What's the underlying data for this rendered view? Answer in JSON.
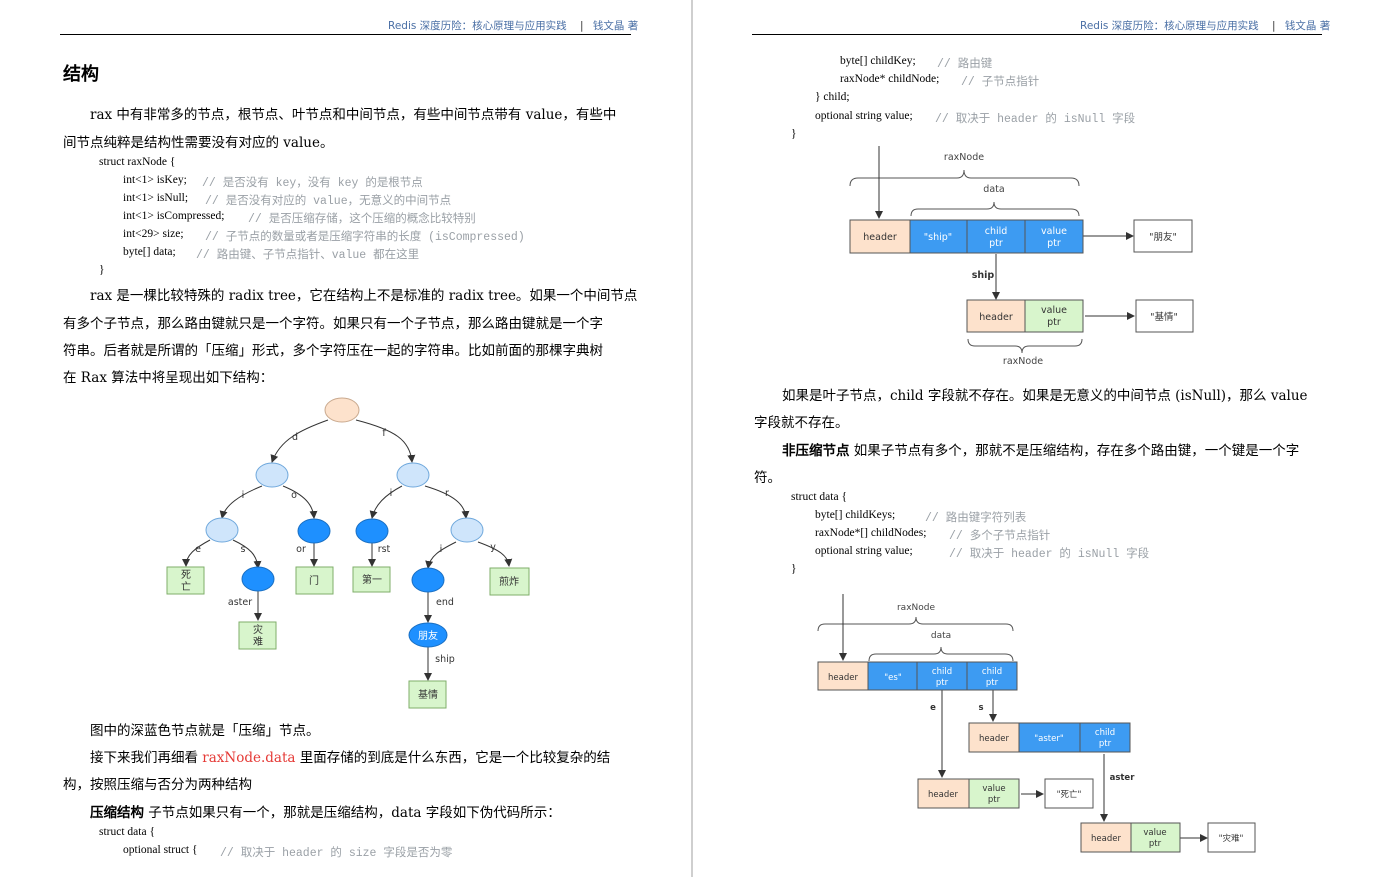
{
  "header": {
    "book": "Redis 深度历险：核心原理与应用实践",
    "sep": "|",
    "author": "钱文晶  著"
  },
  "left": {
    "title": "结构",
    "para1a": "rax 中有非常多的节点，根节点、叶节点和中间节点，有些中间节点带有  value，有些中",
    "para1b": "间节点纯粹是结构性需要没有对应的  value。",
    "code1": {
      "l1": "struct raxNode {",
      "l2": "int<1> isKey;",
      "c2": "// 是否没有 key，没有 key 的是根节点",
      "l3": "int<1> isNull;",
      "c3": "// 是否没有对应的 value，无意义的中间节点",
      "l4": "int<1> isCompressed;",
      "c4": "// 是否压缩存储，这个压缩的概念比较特别",
      "l5": "int<29> size;",
      "c5": "// 子节点的数量或者是压缩字符串的长度 (isCompressed)",
      "l6": "byte[] data;",
      "c6": "// 路由键、子节点指针、value 都在这里",
      "l7": "}"
    },
    "para2a": "rax 是一棵比较特殊的  radix tree，它在结构上不是标准的  radix tree。如果一个中间节点",
    "para2b": "有多个子节点，那么路由键就只是一个字符。如果只有一个子节点，那么路由键就是一个字",
    "para2c": "符串。后者就是所谓的「压缩」形式，多个字符压在一起的字符串。比如前面的那棵字典树",
    "para2d": "在  Rax  算法中将呈现出如下结构：",
    "tree": {
      "e_d": "d",
      "e_f": "f",
      "e_i1": "i",
      "e_o": "o",
      "e_i2": "i",
      "e_r": "r",
      "e_e": "e",
      "e_s": "s",
      "e_or": "or",
      "e_rst": "rst",
      "e_i3": "i",
      "e_y": "y",
      "e_aster": "aster",
      "e_end": "end",
      "e_ship": "ship",
      "n_siwang": "死\n亡",
      "n_men": "门",
      "n_diyi": "第一",
      "n_jianzha": "煎炸",
      "n_zainan": "灾\n难",
      "n_pengyou": "朋友",
      "n_jiqing": "基情"
    },
    "para3": "图中的深蓝色节点就是「压缩」节点。",
    "para4a_pre": "接下来我们再细看 ",
    "para4a_red": "raxNode.data",
    "para4a_post": " 里面存储的到底是什么东西，它是一个比较复杂的结",
    "para4b": "构，按照压缩与否分为两种结构",
    "para5_bold": "压缩结构",
    "para5_rest": "  子节点如果只有一个，那就是压缩结构，data  字段如下伪代码所示：",
    "code2": {
      "l1": "struct data {",
      "l2": "optional struct {",
      "c2": "// 取决于 header 的 size 字段是否为零"
    }
  },
  "right": {
    "code3": {
      "l1": "byte[] childKey;",
      "c1": "// 路由键",
      "l2": "raxNode* childNode;",
      "c2": "// 子节点指针",
      "l3": "} child;",
      "l4": "optional string value;",
      "c4": "// 取决于 header 的 isNull 字段",
      "l5": "}"
    },
    "diag1": {
      "raxnode": "raxNode",
      "data": "data",
      "header": "header",
      "ship_q": "\"ship\"",
      "child_ptr": "child\nptr",
      "value_ptr": "value\nptr",
      "pengyou": "\"朋友\"",
      "ship": "ship",
      "header2": "header",
      "value_ptr2": "value\nptr",
      "jiqing": "\"基情\"",
      "raxnode2": "raxNode"
    },
    "para6a": "如果是叶子节点，child  字段就不存在。如果是无意义的中间节点  (isNull)，那么  value",
    "para6b": "字段就不存在。",
    "para7_bold": "非压缩节点",
    "para7_rest": "  如果子节点有多个，那就不是压缩结构，存在多个路由键，一个键是一个字",
    "para7b": "符。",
    "code4": {
      "l1": "struct data {",
      "l2": "byte[] childKeys;",
      "c2": "// 路由键字符列表",
      "l3": "raxNode*[] childNodes;",
      "c3": "// 多个子节点指针",
      "l4": "optional string value;",
      "c4": "// 取决于 header 的 isNull 字段",
      "l5": "}"
    },
    "diag2": {
      "raxnode": "raxNode",
      "data": "data",
      "header": "header",
      "es_q": "\"es\"",
      "child_ptr1": "child\nptr",
      "child_ptr2": "child\nptr",
      "e": "e",
      "s": "s",
      "header_b": "header",
      "aster_q": "\"aster\"",
      "child_ptr3": "child\nptr",
      "aster": "aster",
      "header_c": "header",
      "value_ptr_c": "value\nptr",
      "siwang": "\"死亡\"",
      "header_d": "header",
      "value_ptr_d": "value\nptr",
      "zainan": "\"灾难\""
    }
  },
  "colors": {
    "header_text": "#4a6fa5",
    "node_light": "#cfe5fb",
    "node_dark": "#1e90ff",
    "root": "#fde2cc",
    "leaf": "#d8f5cc",
    "comment": "#9aa0a6",
    "red": "#e53935"
  }
}
